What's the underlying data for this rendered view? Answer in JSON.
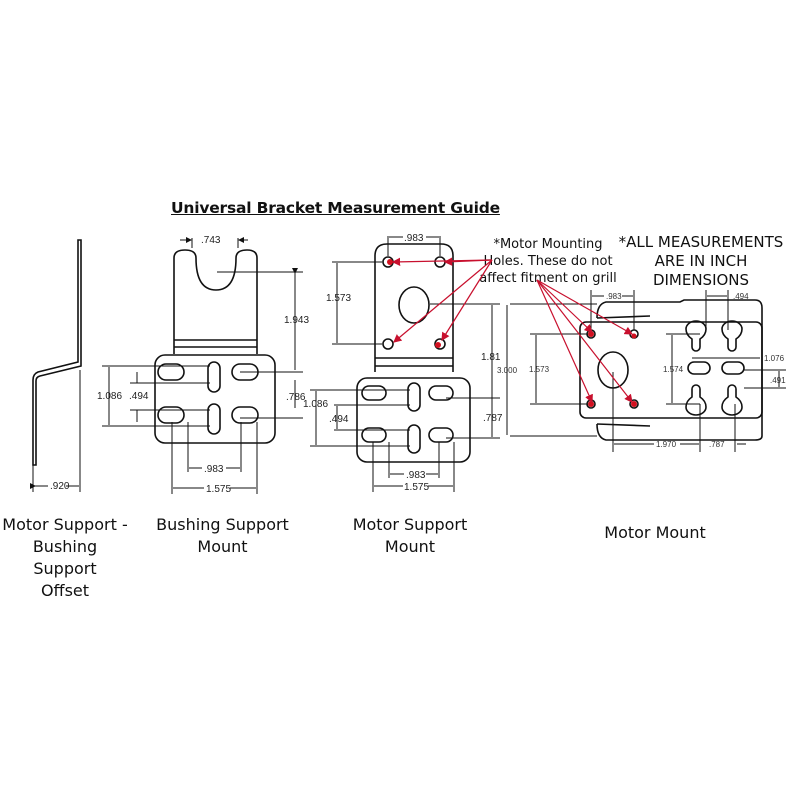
{
  "title": "Universal Bracket Measurement Guide",
  "notes": {
    "motor_holes": [
      "*Motor Mounting",
      "Holes. These do not",
      "affect fitment on grill"
    ],
    "units": [
      "*ALL MEASUREMENTS",
      "ARE IN INCH",
      "DIMENSIONS"
    ]
  },
  "captions": {
    "offset": [
      "Motor Support -",
      "Bushing Support",
      "Offset"
    ],
    "bushing": [
      "Bushing Support",
      "Mount"
    ],
    "motor_support": [
      "Motor Support",
      "Mount"
    ],
    "motor_mount": [
      "Motor Mount"
    ]
  },
  "dimensions": {
    "offset_width": ".920",
    "bushing_slot": ".743",
    "bushing_height": "1.943",
    "bushing_outer_v": "1.086",
    "bushing_inner_v": ".494",
    "bushing_right_v": ".786",
    "bushing_inner_h": ".983",
    "bushing_outer_h": "1.575",
    "ms_top_h": ".983",
    "ms_top_v": "1.573",
    "ms_height": "1.81",
    "ms_total": "3.000",
    "ms_outer_v": "1.086",
    "ms_inner_v": ".494",
    "ms_right_v": ".787",
    "ms_inner_h": ".983",
    "ms_outer_h": "1.575",
    "mm_top_left": ".983",
    "mm_top_right": ".494",
    "mm_left_v": "1.573",
    "mm_mid_v": "1.574",
    "mm_right_a": "1.076",
    "mm_right_b": ".491",
    "mm_bottom_a": "1.970",
    "mm_bottom_b": ".787"
  },
  "colors": {
    "annotation_red": "#c8102e",
    "line": "#111111"
  }
}
